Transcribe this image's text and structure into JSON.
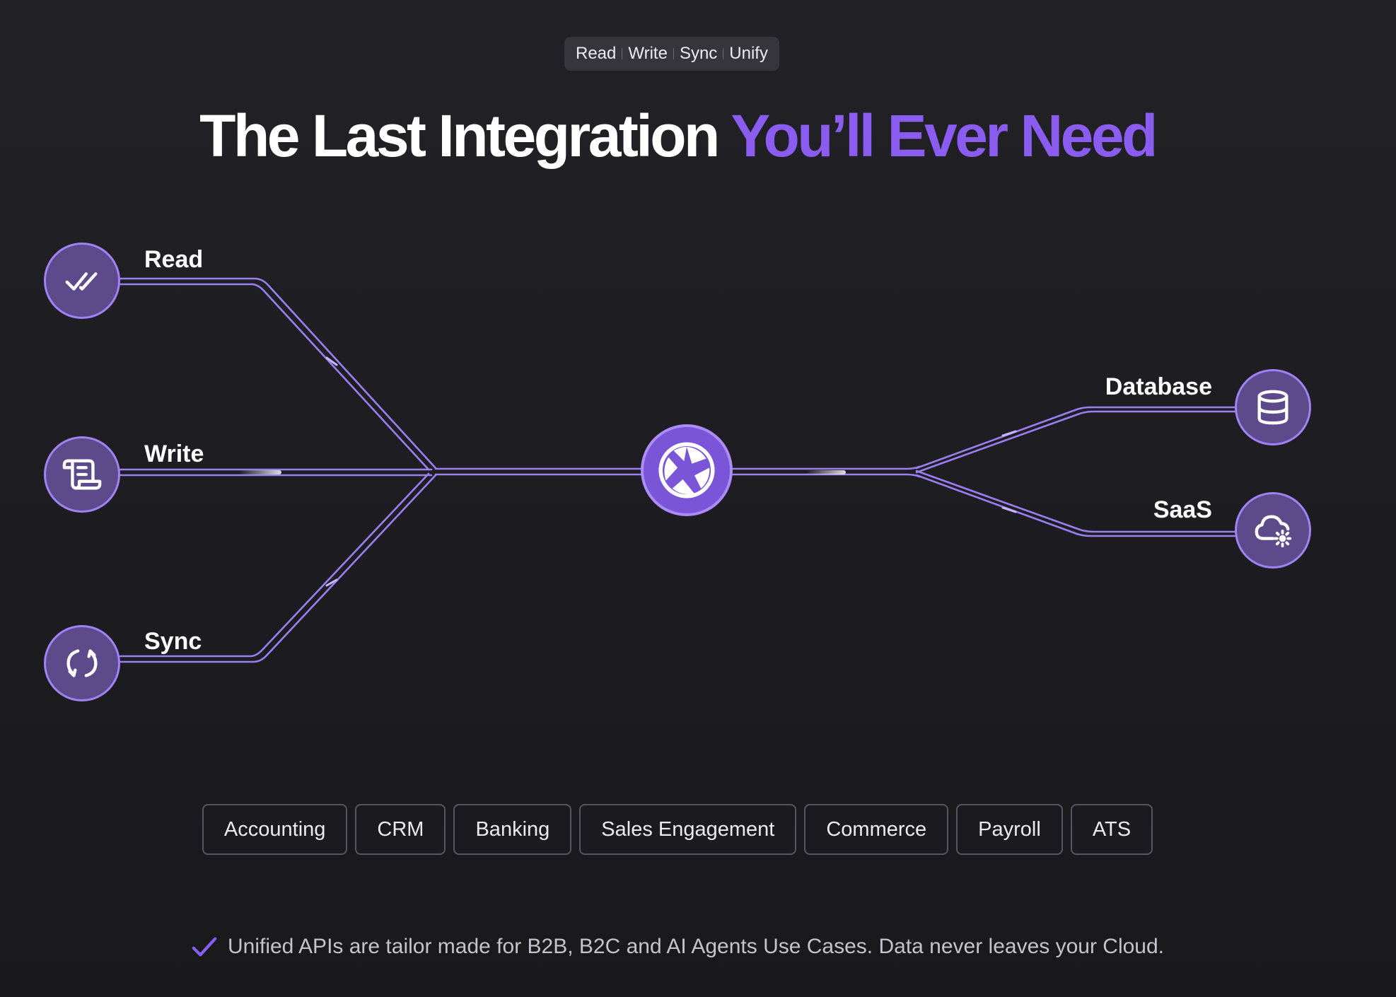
{
  "colors": {
    "background": "#1f1f23",
    "accent": "#8a5cf0",
    "node_fill": "#5c4a8a",
    "node_ring": "#a182f4",
    "line": "#9b7ef0"
  },
  "top_nav": {
    "items": [
      "Read",
      "Write",
      "Sync",
      "Unify"
    ]
  },
  "headline": {
    "main": "The Last Integration ",
    "accent": "You’ll Ever Need"
  },
  "diagram": {
    "sources": [
      {
        "label": "Read",
        "icon": "double-check-icon"
      },
      {
        "label": "Write",
        "icon": "scroll-document-icon"
      },
      {
        "label": "Sync",
        "icon": "sync-arrows-icon"
      }
    ],
    "hub": {
      "icon": "aperture-logo-icon"
    },
    "targets": [
      {
        "label": "Database",
        "icon": "database-icon"
      },
      {
        "label": "SaaS",
        "icon": "cloud-gear-icon"
      }
    ]
  },
  "categories": [
    "Accounting",
    "CRM",
    "Banking",
    "Sales Engagement",
    "Commerce",
    "Payroll",
    "ATS"
  ],
  "footer": {
    "icon": "checkmark-icon",
    "text": "Unified APIs are tailor made for B2B, B2C and AI Agents Use Cases. Data never leaves your Cloud."
  }
}
